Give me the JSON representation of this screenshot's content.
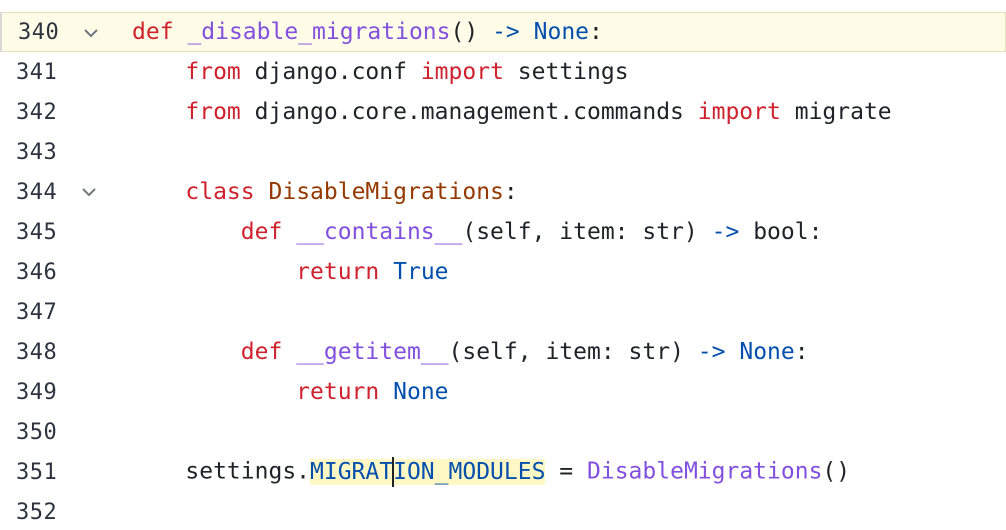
{
  "editor": {
    "lines": [
      {
        "number": "340"
      },
      {
        "number": "341"
      },
      {
        "number": "342"
      },
      {
        "number": "343"
      },
      {
        "number": "344"
      },
      {
        "number": "345"
      },
      {
        "number": "346"
      },
      {
        "number": "347"
      },
      {
        "number": "348"
      },
      {
        "number": "349"
      },
      {
        "number": "350"
      },
      {
        "number": "351"
      },
      {
        "number": "352"
      }
    ],
    "tokens": {
      "l340": {
        "def": "def",
        "name": "_disable_migrations",
        "paren": "()",
        "arrow": "->",
        "ret": "None",
        "colon": ":"
      },
      "l341": {
        "from": "from",
        "module": "django.conf",
        "import": "import",
        "name": "settings"
      },
      "l342": {
        "from": "from",
        "module": "django.core.management.commands",
        "import": "import",
        "name": "migrate"
      },
      "l344": {
        "class": "class",
        "name": "DisableMigrations",
        "colon": ":"
      },
      "l345": {
        "def": "def",
        "name": "__contains__",
        "args": "(self, item: str)",
        "arrow": "->",
        "ret": "bool",
        "colon": ":"
      },
      "l346": {
        "return": "return",
        "value": "True"
      },
      "l348": {
        "def": "def",
        "name": "__getitem__",
        "args": "(self, item: str)",
        "arrow": "->",
        "ret": "None",
        "colon": ":"
      },
      "l349": {
        "return": "return",
        "value": "None"
      },
      "l351": {
        "obj": "settings.",
        "attr_a": "MIGRAT",
        "attr_b": "ION_MODULES",
        "eq": "=",
        "call": "DisableMigrations",
        "paren": "()"
      }
    }
  },
  "colors": {
    "keyword": "#cf222e",
    "function": "#8250df",
    "class": "#953800",
    "constant": "#0550ae",
    "current_line": "#fefbe6"
  },
  "icons": {
    "fold": "chevron-down-icon"
  }
}
